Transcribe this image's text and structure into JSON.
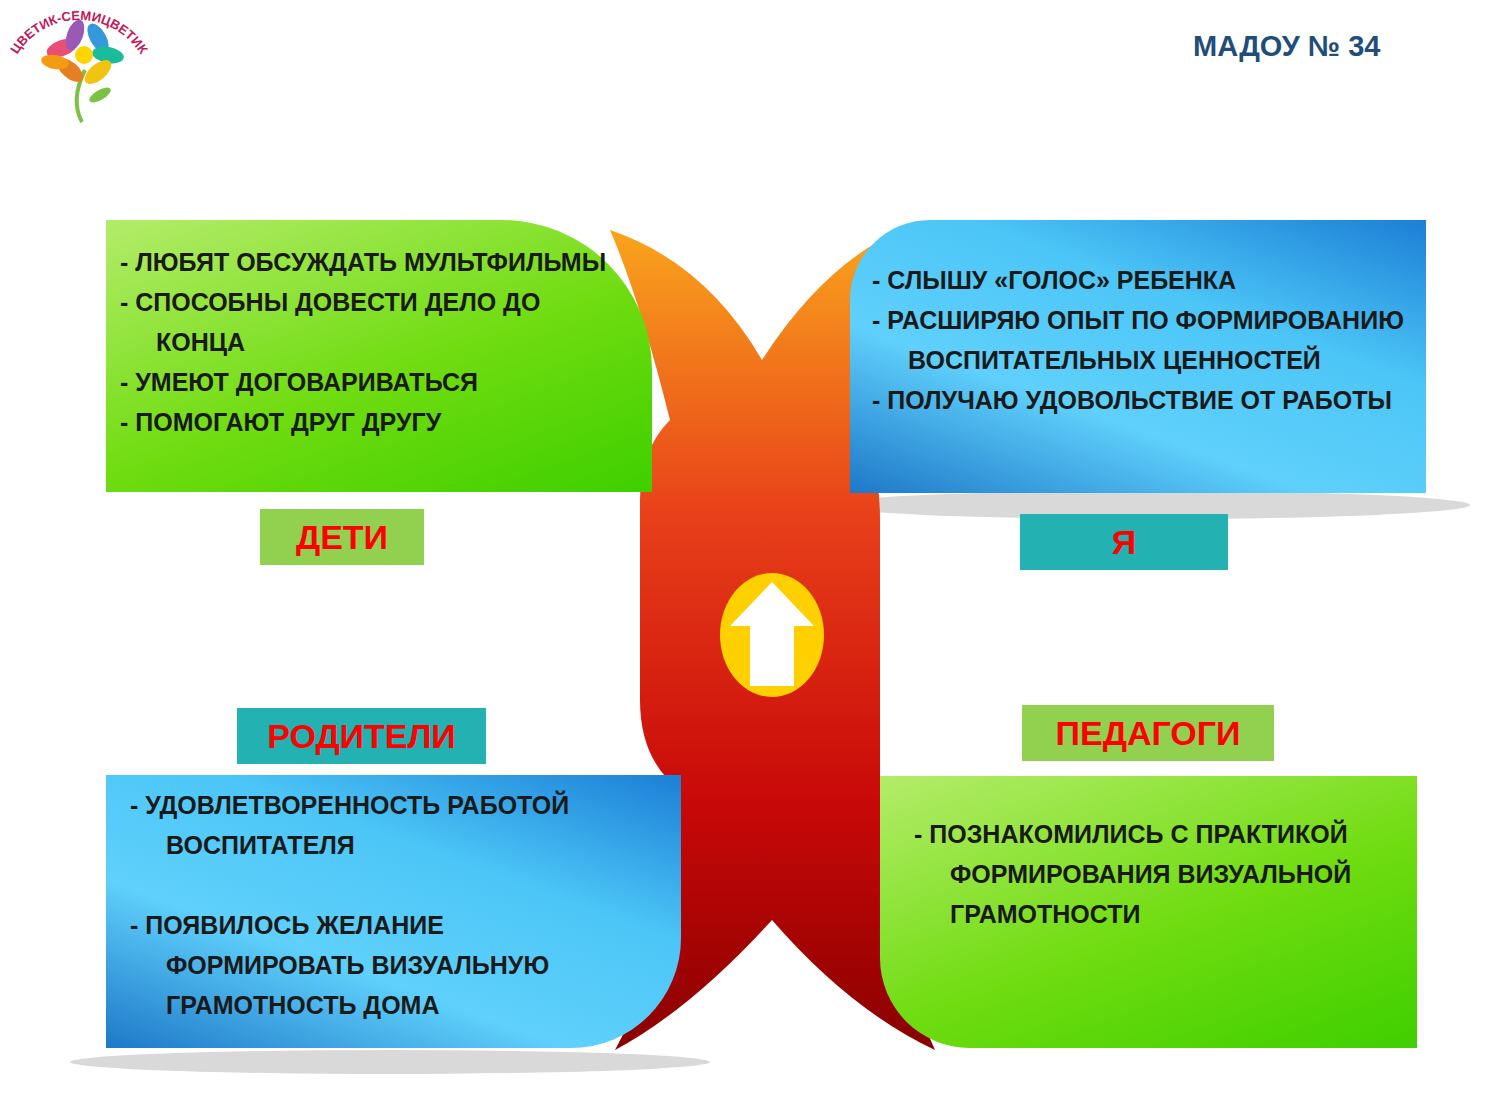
{
  "diagram": {
    "title": "МАДОУ № 34",
    "nodes": [
      {
        "text": [
          "- ЛЮБЯТ ОБСУЖДАТЬ МУЛЬТФИЛЬМЫ",
          "- СПОСОБНЫ ДОВЕСТИ ДЕЛО ДО КОНЦА",
          "- УМЕЮТ ДОГОВАРИВАТЬСЯ",
          "- ПОМОГАЮТ ДРУГ ДРУГУ"
        ]
      },
      {
        "text": [
          "- СЛЫШУ «ГОЛОС» РЕБЕНКА",
          "- РАСШИРЯЮ ОПЫТ ПО ФОРМИРОВАНИЮ ВОСПИТАТЕЛЬНЫХ ЦЕННОСТЕЙ",
          "- ПОЛУЧАЮ УДОВОЛЬСТВИЕ ОТ РАБОТЫ"
        ]
      },
      {
        "text": [
          "ДЕТИ"
        ]
      },
      {
        "text": [
          "Я"
        ]
      },
      {
        "text": [
          "РОДИТЕЛИ"
        ]
      },
      {
        "text": [
          "ПЕДАГОГИ"
        ]
      },
      {
        "text": [
          "- УДОВЛЕТВОРЕННОСТЬ РАБОТОЙ ВОСПИТАТЕЛЯ",
          "- ПОЯВИЛОСЬ ЖЕЛАНИЕ ФОРМИРОВАТЬ ВИЗУАЛЬНУЮ ГРАМОТНОСТЬ ДОМА"
        ]
      },
      {
        "text": [
          "- ПОЗНАКОМИЛИСЬ С ПРАКТИКОЙ ФОРМИРОВАНИЯ ВИЗУАЛЬНОЙ ГРАМОТНОСТИ"
        ]
      }
    ],
    "labels": [
      "ЦВЕТИК-СЕМИЦВЕТИК"
    ]
  }
}
